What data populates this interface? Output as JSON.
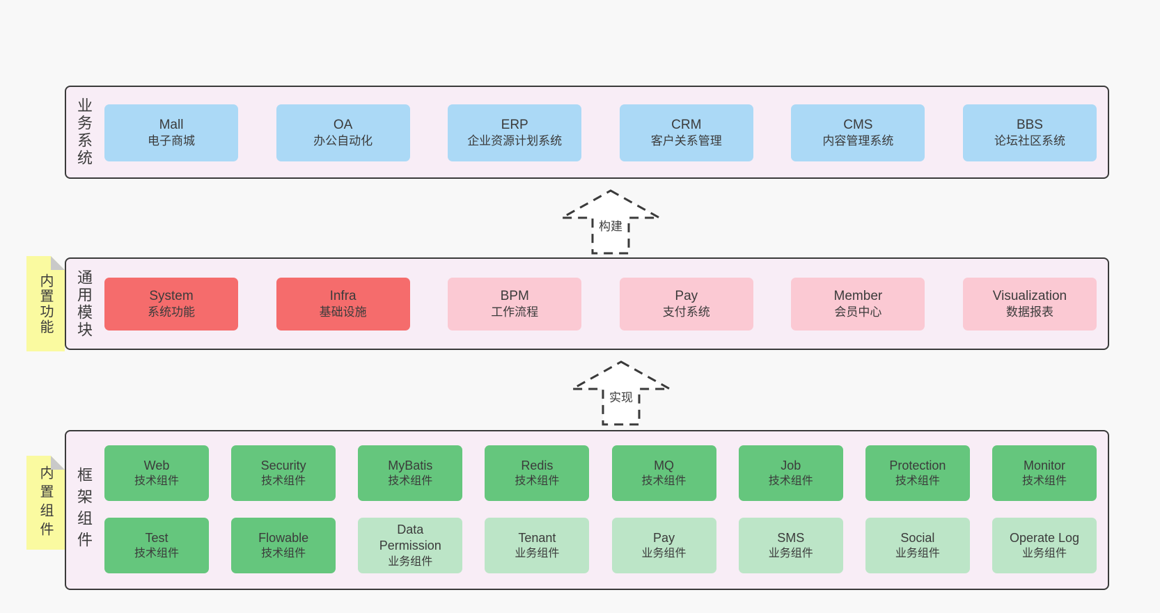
{
  "page": {
    "background": "#f8f8f8"
  },
  "palette": {
    "blue": "#abd9f6",
    "red": "#f56c6c",
    "pink": "#fbc9d3",
    "green": "#65c67d",
    "light_green": "#bce5c7",
    "section_bg": "#f8edf6",
    "section_border": "#3a3a3a",
    "note_bg": "#fafaa0",
    "note_fold": "#c9c9c9",
    "text": "#3b3b3b"
  },
  "layers": [
    {
      "id": "business",
      "label": "业务系统",
      "note": null,
      "rows": [
        [
          {
            "title": "Mall",
            "subtitle": "电子商城",
            "color": "blue"
          },
          {
            "title": "OA",
            "subtitle": "办公自动化",
            "color": "blue"
          },
          {
            "title": "ERP",
            "subtitle": "企业资源计划系统",
            "color": "blue"
          },
          {
            "title": "CRM",
            "subtitle": "客户关系管理",
            "color": "blue"
          },
          {
            "title": "CMS",
            "subtitle": "内容管理系统",
            "color": "blue"
          },
          {
            "title": "BBS",
            "subtitle": "论坛社区系统",
            "color": "blue"
          }
        ]
      ]
    },
    {
      "id": "modules",
      "label": "通用模块",
      "note": "内置功能",
      "rows": [
        [
          {
            "title": "System",
            "subtitle": "系统功能",
            "color": "red"
          },
          {
            "title": "Infra",
            "subtitle": "基础设施",
            "color": "red"
          },
          {
            "title": "BPM",
            "subtitle": "工作流程",
            "color": "pink"
          },
          {
            "title": "Pay",
            "subtitle": "支付系统",
            "color": "pink"
          },
          {
            "title": "Member",
            "subtitle": "会员中心",
            "color": "pink"
          },
          {
            "title": "Visualization",
            "subtitle": "数据报表",
            "color": "pink"
          }
        ]
      ]
    },
    {
      "id": "components",
      "label": "框架组件",
      "note": "内置组件",
      "rows": [
        [
          {
            "title": "Web",
            "subtitle": "技术组件",
            "color": "green"
          },
          {
            "title": "Security",
            "subtitle": "技术组件",
            "color": "green"
          },
          {
            "title": "MyBatis",
            "subtitle": "技术组件",
            "color": "green"
          },
          {
            "title": "Redis",
            "subtitle": "技术组件",
            "color": "green"
          },
          {
            "title": "MQ",
            "subtitle": "技术组件",
            "color": "green"
          },
          {
            "title": "Job",
            "subtitle": "技术组件",
            "color": "green"
          },
          {
            "title": "Protection",
            "subtitle": "技术组件",
            "color": "green"
          },
          {
            "title": "Monitor",
            "subtitle": "技术组件",
            "color": "green"
          }
        ],
        [
          {
            "title": "Test",
            "subtitle": "技术组件",
            "color": "green"
          },
          {
            "title": "Flowable",
            "subtitle": "技术组件",
            "color": "green"
          },
          {
            "title": "Data Permission",
            "subtitle": "业务组件",
            "color": "light_green"
          },
          {
            "title": "Tenant",
            "subtitle": "业务组件",
            "color": "light_green"
          },
          {
            "title": "Pay",
            "subtitle": "业务组件",
            "color": "light_green"
          },
          {
            "title": "SMS",
            "subtitle": "业务组件",
            "color": "light_green"
          },
          {
            "title": "Social",
            "subtitle": "业务组件",
            "color": "light_green"
          },
          {
            "title": "Operate Log",
            "subtitle": "业务组件",
            "color": "light_green"
          }
        ]
      ]
    }
  ],
  "arrows": [
    {
      "label": "构建"
    },
    {
      "label": "实现"
    }
  ]
}
